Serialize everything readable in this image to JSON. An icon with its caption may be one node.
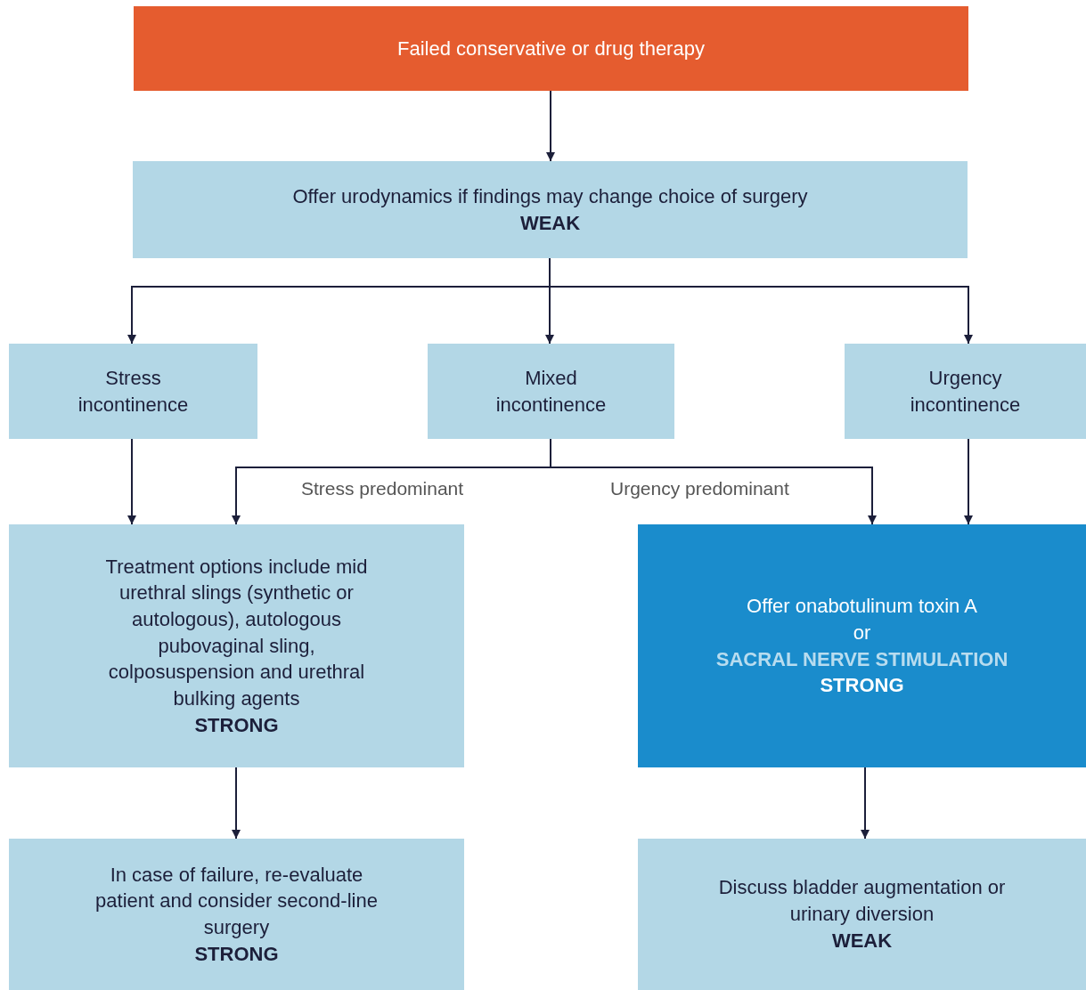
{
  "diagram": {
    "nodes": [
      {
        "text": [
          "Failed conservative or drug therapy"
        ]
      },
      {
        "text": [
          "Offer urodynamics if findings may change choice of surgery",
          "WEAK"
        ]
      },
      {
        "text": [
          "Stress incontinence"
        ]
      },
      {
        "text": [
          "Mixed incontinence"
        ]
      },
      {
        "text": [
          "Urgency incontinence"
        ]
      },
      {
        "text": [
          "Treatment options include mid urethral slings (synthetic or autologous), autologous pubovaginal sling, colposuspension and urethral bulking agents",
          "STRONG"
        ]
      },
      {
        "text": [
          "Offer onabotulinum toxin A",
          "or",
          "SACRAL NERVE STIMULATION",
          "STRONG"
        ]
      },
      {
        "text": [
          "In case of failure, re-evaluate patient and consider second-line surgery",
          "STRONG"
        ]
      },
      {
        "text": [
          "Discuss bladder augmentation or urinary diversion",
          "WEAK"
        ]
      }
    ],
    "edges": [
      {
        "from": 0,
        "to": 1,
        "arrow": "to"
      },
      {
        "from": 1,
        "to": 2,
        "arrow": "to"
      },
      {
        "from": 1,
        "to": 3,
        "arrow": "to"
      },
      {
        "from": 1,
        "to": 4,
        "arrow": "to"
      },
      {
        "from": 2,
        "to": 5,
        "arrow": "to"
      },
      {
        "from": 3,
        "to": 5,
        "arrow": "to",
        "label": "Stress predominant"
      },
      {
        "from": 3,
        "to": 6,
        "arrow": "to",
        "label": "Urgency predominant"
      },
      {
        "from": 4,
        "to": 6,
        "arrow": "to"
      },
      {
        "from": 5,
        "to": 7,
        "arrow": "to"
      },
      {
        "from": 6,
        "to": 8,
        "arrow": "to"
      }
    ]
  }
}
